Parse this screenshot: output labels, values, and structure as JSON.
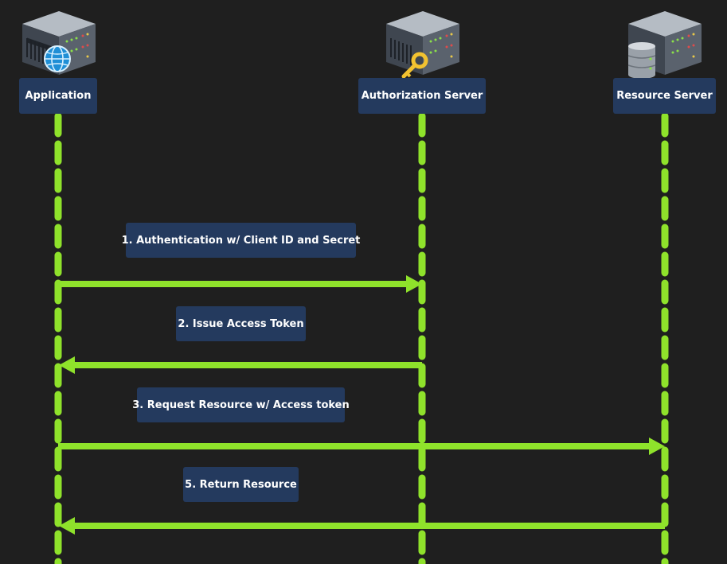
{
  "actors": [
    {
      "label": "Application",
      "icon": "server-globe-icon"
    },
    {
      "label": "Authorization Server",
      "icon": "server-key-icon"
    },
    {
      "label": "Resource Server",
      "icon": "server-database-icon"
    }
  ],
  "messages": [
    {
      "label": "1. Authentication w/ Client ID and Secret",
      "from": "Application",
      "to": "Authorization Server"
    },
    {
      "label": "2. Issue Access Token",
      "from": "Authorization Server",
      "to": "Application"
    },
    {
      "label": "3. Request Resource w/ Access token",
      "from": "Application",
      "to": "Resource Server"
    },
    {
      "label": "5. Return Resource",
      "from": "Resource Server",
      "to": "Application"
    }
  ],
  "colors": {
    "background": "#1f1f1f",
    "label_bg": "#243a5e",
    "line": "#8fe22b",
    "text": "#ffffff"
  }
}
